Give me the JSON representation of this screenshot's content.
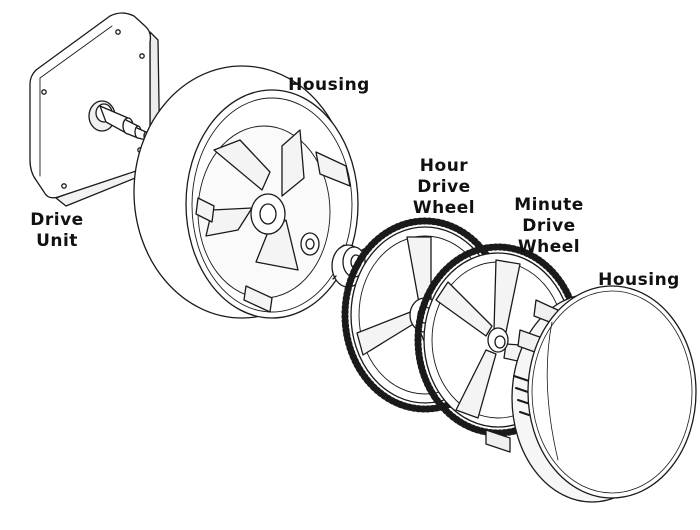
{
  "labels": {
    "drive_unit": [
      "Drive",
      "Unit"
    ],
    "housing_back": "Housing",
    "hour_wheel": [
      "Hour",
      "Drive",
      "Wheel"
    ],
    "minute_wheel": [
      "Minute",
      "Drive",
      "Wheel"
    ],
    "housing_front": "Housing"
  },
  "colors": {
    "line": "#1a1a1a",
    "fill": "#ffffff",
    "shade": "#e6e6e6"
  }
}
